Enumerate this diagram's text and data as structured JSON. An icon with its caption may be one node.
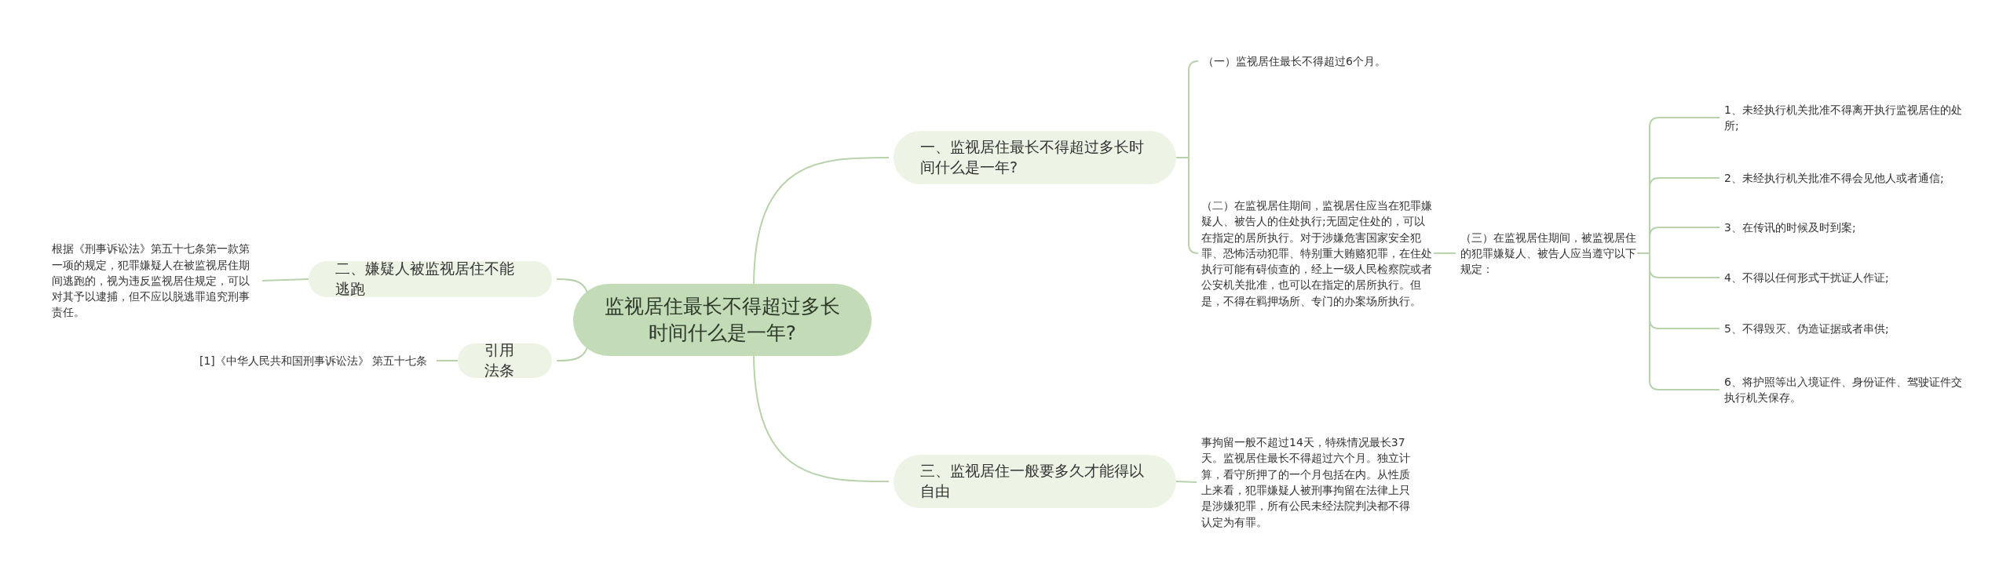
{
  "diagram": {
    "nodes": [
      {
        "text": [
          "监视居住最长不得超过多长时间什么是一年?"
        ]
      },
      {
        "text": [
          "一、监视居住最长不得超过多长时间什么是一年?"
        ]
      },
      {
        "text": [
          "（一）监视居住最长不得超过6个月。"
        ]
      },
      {
        "text": [
          "（二）在监视居住期间，监视居住应当在犯罪嫌疑人、被告人的住处执行;无固定住处的，可以在指定的居所执行。对于涉嫌危害国家安全犯罪、恐怖活动犯罪、特别重大贿赂犯罪，在住处执行可能有碍侦查的，经上一级人民检察院或者公安机关批准，也可以在指定的居所执行。但是，不得在羁押场所、专门的办案场所执行。"
        ]
      },
      {
        "text": [
          "（三）在监视居住期间，被监视居住的犯罪嫌疑人、被告人应当遵守以下规定："
        ]
      },
      {
        "text": [
          "1、未经执行机关批准不得离开执行监视居住的处所;"
        ]
      },
      {
        "text": [
          "2、未经执行机关批准不得会见他人或者通信;"
        ]
      },
      {
        "text": [
          "3、在传讯的时候及时到案;"
        ]
      },
      {
        "text": [
          "4、不得以任何形式干扰证人作证;"
        ]
      },
      {
        "text": [
          "5、不得毁灭、伪造证据或者串供;"
        ]
      },
      {
        "text": [
          "6、将护照等出入境证件、身份证件、驾驶证件交执行机关保存。"
        ]
      },
      {
        "text": [
          "二、嫌疑人被监视居住不能逃跑"
        ]
      },
      {
        "text": [
          "根据《刑事诉讼法》第五十七条第一款第一项的规定，犯罪嫌疑人在被监视居住期间逃跑的，视为违反监视居住规定，可以对其予以逮捕，但不应以脱逃罪追究刑事责任。"
        ]
      },
      {
        "text": [
          "引用法条"
        ]
      },
      {
        "text": [
          "[1]《中华人民共和国刑事诉讼法》 第五十七条"
        ]
      },
      {
        "text": [
          "三、监视居住一般要多久才能得以自由"
        ]
      },
      {
        "text": [
          "事拘留一般不超过14天，特殊情况最长37天。监视居住最长不得超过六个月。独立计算，看守所押了的一个月包括在内。从性质上来看，犯罪嫌疑人被刑事拘留在法律上只是涉嫌犯罪，所有公民未经法院判决都不得认定为有罪。"
        ]
      }
    ],
    "edges": [
      {
        "from": 0,
        "to": 1,
        "arrow": "none"
      },
      {
        "from": 1,
        "to": 2,
        "arrow": "none"
      },
      {
        "from": 1,
        "to": 3,
        "arrow": "none"
      },
      {
        "from": 3,
        "to": 4,
        "arrow": "none"
      },
      {
        "from": 4,
        "to": 5,
        "arrow": "none"
      },
      {
        "from": 4,
        "to": 6,
        "arrow": "none"
      },
      {
        "from": 4,
        "to": 7,
        "arrow": "none"
      },
      {
        "from": 4,
        "to": 8,
        "arrow": "none"
      },
      {
        "from": 4,
        "to": 9,
        "arrow": "none"
      },
      {
        "from": 4,
        "to": 10,
        "arrow": "none"
      },
      {
        "from": 0,
        "to": 11,
        "arrow": "none"
      },
      {
        "from": 11,
        "to": 12,
        "arrow": "none"
      },
      {
        "from": 0,
        "to": 13,
        "arrow": "none"
      },
      {
        "from": 13,
        "to": 14,
        "arrow": "none"
      },
      {
        "from": 0,
        "to": 15,
        "arrow": "none"
      },
      {
        "from": 15,
        "to": 16,
        "arrow": "none"
      }
    ]
  }
}
